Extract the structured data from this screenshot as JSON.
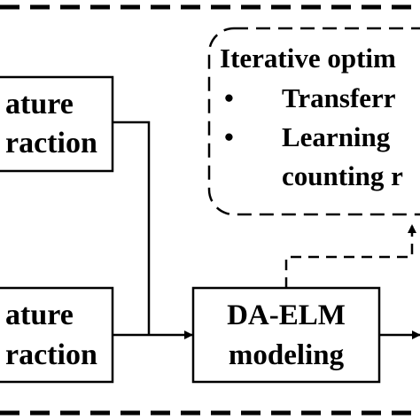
{
  "diagram": {
    "feature_box_top": {
      "line1": "ature",
      "line2": "raction"
    },
    "feature_box_bottom": {
      "line1": "ature",
      "line2": "raction"
    },
    "model_box": {
      "line1": "DA-ELM",
      "line2": "modeling"
    },
    "iterative_box": {
      "title": "Iterative optim",
      "bullet_symbol": "•",
      "bullet1": "Transferr",
      "bullet2_line1": "Learning",
      "bullet2_line2": "counting r"
    },
    "colors": {
      "stroke": "#000000",
      "background": "#ffffff"
    }
  }
}
